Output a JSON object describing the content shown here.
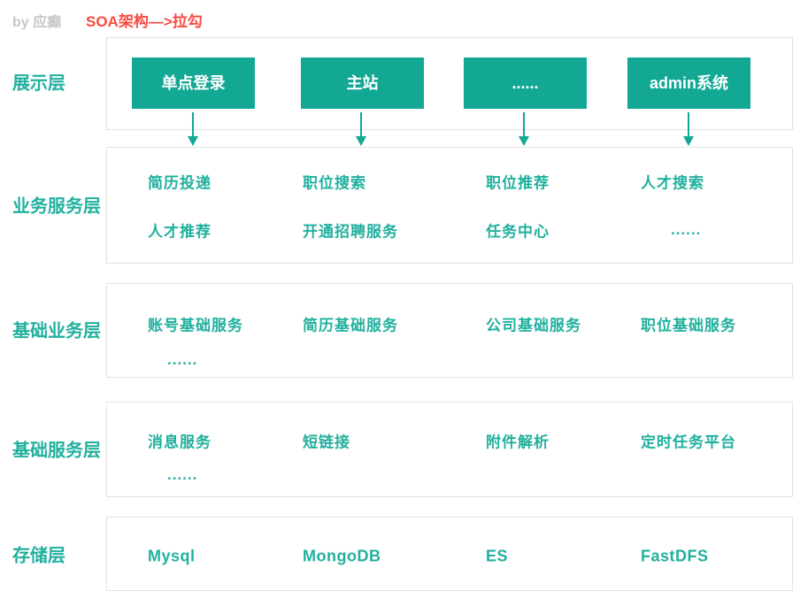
{
  "header": {
    "byline": "by 应癫",
    "title": "SOA架构—>拉勾"
  },
  "colors": {
    "teal_fill": "#12a894",
    "teal_text": "#21b09e",
    "red_title": "#fa4a3f",
    "grey_byline": "#c7c7c7",
    "panel_border": "#e3e3e3",
    "box_text": "#ffffff"
  },
  "presentation": {
    "label": "展示层",
    "boxes": [
      "单点登录",
      "主站",
      "......",
      "admin系统"
    ]
  },
  "service_layers": [
    {
      "label": "业务服务层",
      "rows": [
        [
          "简历投递",
          "职位搜索",
          "职位推荐",
          "人才搜索"
        ],
        [
          "人才推荐",
          "开通招聘服务",
          "任务中心",
          "......"
        ]
      ]
    },
    {
      "label": "基础业务层",
      "rows": [
        [
          "账号基础服务",
          "简历基础服务",
          "公司基础服务",
          "职位基础服务"
        ],
        [
          "......"
        ]
      ]
    },
    {
      "label": "基础服务层",
      "rows": [
        [
          "消息服务",
          "短链接",
          "附件解析",
          "定时任务平台"
        ],
        [
          "......"
        ]
      ]
    },
    {
      "label": "存储层",
      "rows": [
        [
          "Mysql",
          "MongoDB",
          "ES",
          "FastDFS"
        ]
      ]
    }
  ]
}
